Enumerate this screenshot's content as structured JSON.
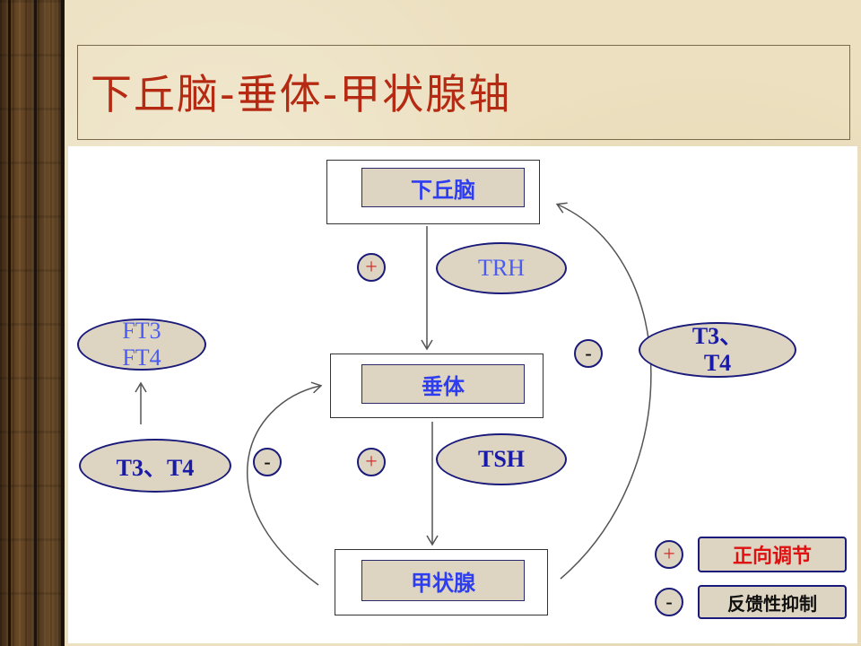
{
  "title": "下丘脑-垂体-甲状腺轴",
  "nodes": {
    "hypothalamus": "下丘脑",
    "pituitary": "垂体",
    "thyroid": "甲状腺"
  },
  "hormones": {
    "trh": "TRH",
    "tsh": "TSH",
    "ft3": "FT3",
    "ft4": "FT4",
    "t3_t4_left": "T3、T4",
    "t3_right": "T3、",
    "t4_right": "T4"
  },
  "signs": {
    "plus": "+",
    "minus": "-"
  },
  "legend": {
    "positive": "正向调节",
    "negative": "反馈性抑制"
  },
  "colors": {
    "title": "#b52a12",
    "node_text": "#2e3df0",
    "legend_positive": "#e01010",
    "legend_negative": "#111111"
  }
}
